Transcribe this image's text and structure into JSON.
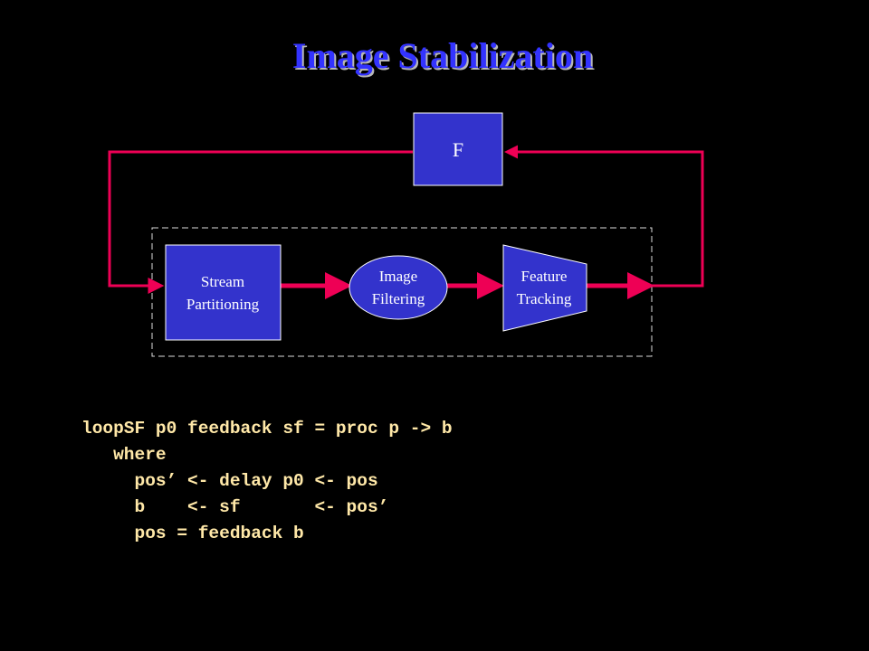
{
  "title": "Image Stabilization",
  "diagram": {
    "feedback_block": "F",
    "stream_partitioning": [
      "Stream",
      "Partitioning"
    ],
    "image_filtering": [
      "Image",
      "Filtering"
    ],
    "feature_tracking": [
      "Feature",
      "Tracking"
    ]
  },
  "colors": {
    "background": "#000000",
    "title": "#3333ff",
    "block_fill": "#3333cc",
    "arrow": "#ee0055",
    "code": "#ffe8a8"
  },
  "code_lines": [
    "loopSF p0 feedback sf = proc p -> b",
    "   where",
    "     pos’ <- delay p0 <- pos",
    "     b    <- sf       <- pos’",
    "     pos = feedback b"
  ]
}
